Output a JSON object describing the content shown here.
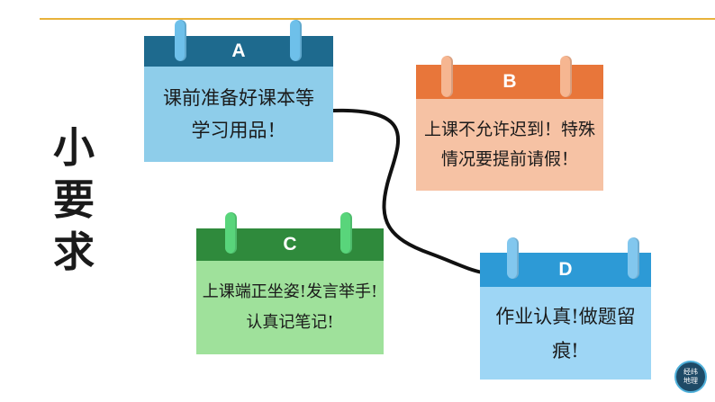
{
  "title": [
    "小",
    "要",
    "求"
  ],
  "cards": [
    {
      "letter": "A",
      "text": "课前准备好课本等学习用品！"
    },
    {
      "letter": "B",
      "text": "上课不允许迟到！特殊情况要提前请假！"
    },
    {
      "letter": "C",
      "text": "上课端正坐姿!发言举手!认真记笔记!"
    },
    {
      "letter": "D",
      "text": "作业认真!做题留痕!"
    }
  ],
  "logo": {
    "line1": "经纬",
    "line2": "地理"
  },
  "colors": {
    "accent_line": "#e8b23a",
    "a_header": "#1e6a8e",
    "a_body": "#8ecdea",
    "b_header": "#e8763a",
    "b_body": "#f6c2a4",
    "c_header": "#2f8a3c",
    "c_body": "#9fe19b",
    "d_header": "#2d9ad6",
    "d_body": "#9ed6f5"
  }
}
